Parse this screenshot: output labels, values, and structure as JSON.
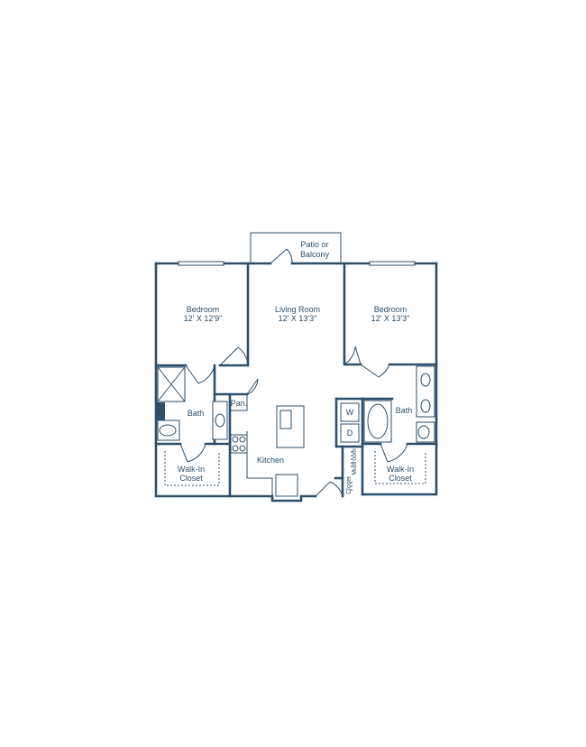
{
  "rooms": {
    "patio": {
      "line1": "Patio or",
      "line2": "Balcony"
    },
    "bedroom_left": {
      "name": "Bedroom",
      "size": "12' X 12'9\""
    },
    "living_room": {
      "name": "Living Room",
      "size": "12' X 13'3\""
    },
    "bedroom_right": {
      "name": "Bedroom",
      "size": "12' X 13'3\""
    },
    "bath_left": {
      "name": "Bath"
    },
    "bath_right": {
      "name": "Bath"
    },
    "pantry": {
      "name": "Pan."
    },
    "kitchen": {
      "name": "Kitchen"
    },
    "washer": {
      "name": "W"
    },
    "dryer": {
      "name": "D"
    },
    "mudroom": {
      "name": "Mudroom"
    },
    "closet": {
      "name": "Closet"
    },
    "walkin_left": {
      "line1": "Walk-In",
      "line2": "Closet"
    },
    "walkin_right": {
      "line1": "Walk-In",
      "line2": "Closet"
    }
  },
  "colors": {
    "line": "#2f4f68",
    "background": "#ffffff"
  }
}
